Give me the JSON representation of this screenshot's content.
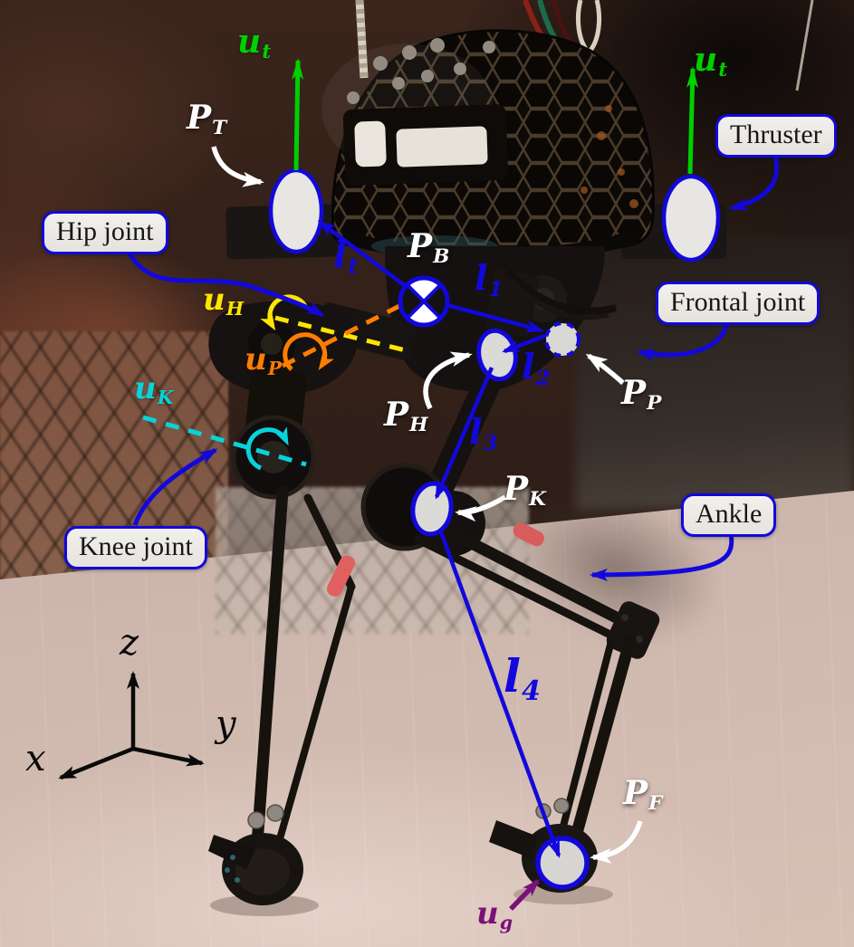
{
  "callouts": {
    "thruster": "Thruster",
    "hip": "Hip joint",
    "frontal": "Frontal joint",
    "knee": "Knee joint",
    "ankle": "Ankle"
  },
  "math_labels": {
    "ut_left": {
      "main": "u",
      "sub": "t"
    },
    "ut_right": {
      "main": "u",
      "sub": "t"
    },
    "pt": {
      "main": "P",
      "sub": "T"
    },
    "pb": {
      "main": "P",
      "sub": "B"
    },
    "pp": {
      "main": "P",
      "sub": "P"
    },
    "ph": {
      "main": "P",
      "sub": "H"
    },
    "pk": {
      "main": "P",
      "sub": "K"
    },
    "pf": {
      "main": "P",
      "sub": "F"
    },
    "uh": {
      "main": "u",
      "sub": "H"
    },
    "up": {
      "main": "u",
      "sub": "P"
    },
    "uk": {
      "main": "u",
      "sub": "K"
    },
    "ug": {
      "main": "u",
      "sub": "g"
    },
    "lt": {
      "main": "l",
      "sub": "t"
    },
    "l1": {
      "main": "l",
      "sub": "1"
    },
    "l2": {
      "main": "l",
      "sub": "2"
    },
    "l3": {
      "main": "l",
      "sub": "3"
    },
    "l4": {
      "main": "l",
      "sub": "4"
    }
  },
  "axes": {
    "x": "x",
    "y": "y",
    "z": "z"
  },
  "colors": {
    "annotation_blue": "#1208dc",
    "thrust_green": "#00cf00",
    "hip_yellow": "#ffe600",
    "pelvis_orange": "#ff7d00",
    "knee_cyan": "#06d4da",
    "ground_purple": "#7a1078",
    "pointer_white": "#ffffff",
    "axes_black": "#0a0a0a",
    "callout_fill": "#edebe7"
  }
}
